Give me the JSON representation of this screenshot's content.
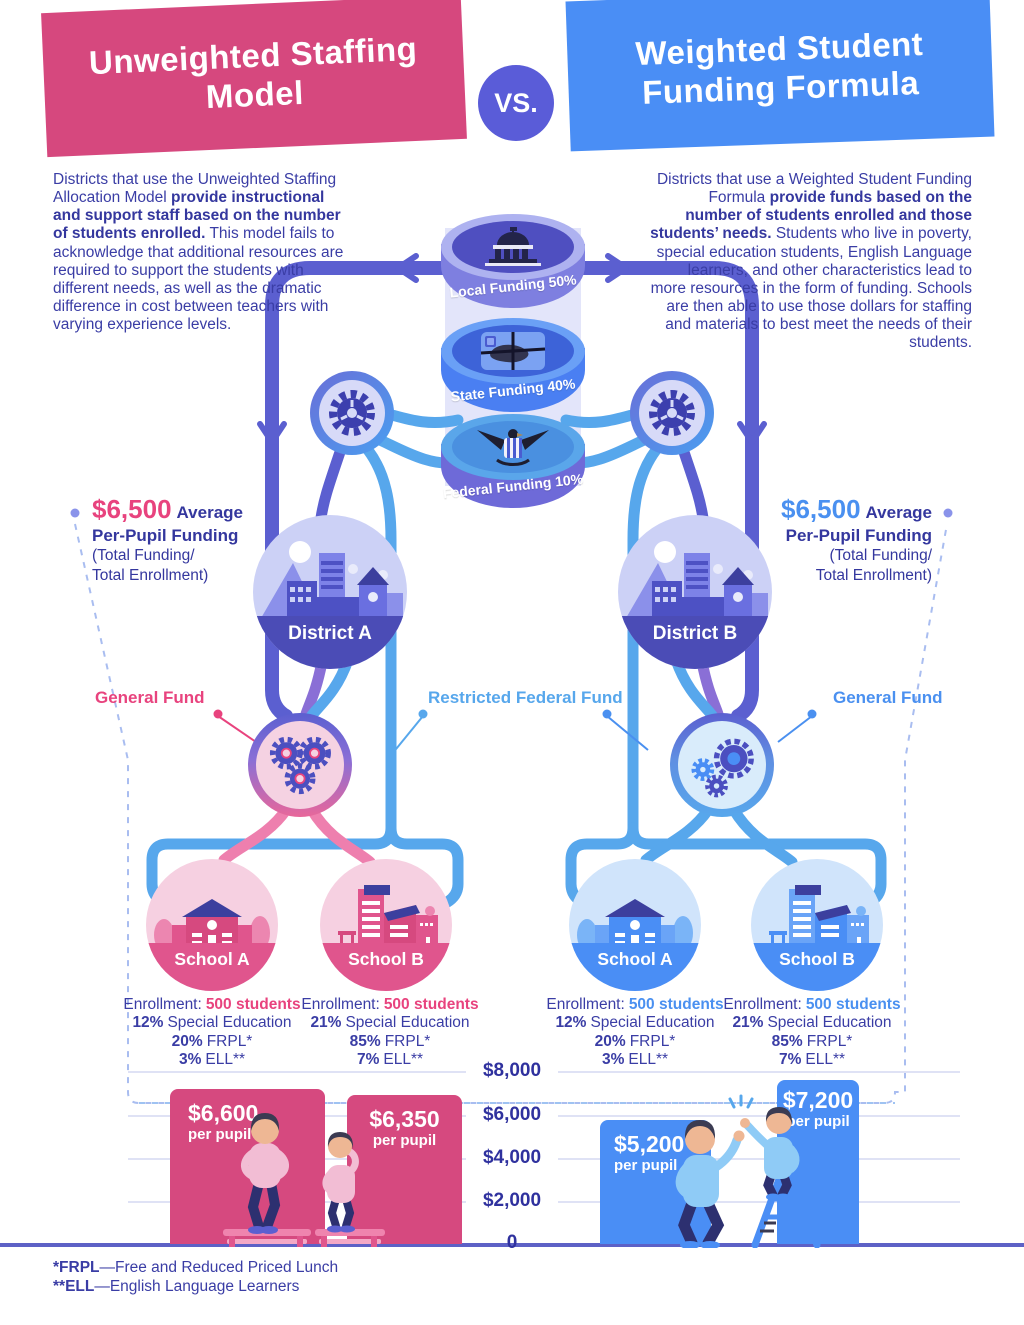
{
  "header": {
    "left_title": "Unweighted Staffing Model",
    "vs_label": "VS.",
    "right_title": "Weighted Student Funding Formula"
  },
  "intro_left": {
    "pre": "Districts that use the Unweighted Staffing Allocation Model ",
    "bold": "provide instructional and support staff based on the number of students enrolled.",
    "post": " This model fails to acknowledge that additional resources are required to support the students with different needs, as well as the dramatic difference in cost between teachers with varying experience levels."
  },
  "intro_right": {
    "pre": "Districts that use a Weighted Student Funding Formula ",
    "bold": "provide funds based on the number of students enrolled and those students’ needs.",
    "post": " Students who live in poverty, special education students, English Language learners, and other characteristics lead to more resources in the form of funding. Schools are then able to use those dollars for staffing and materials to best meet the needs of their students."
  },
  "funding_stack": {
    "levels": [
      {
        "label": "Local Funding 50%",
        "icon": "capitol-icon"
      },
      {
        "label": "State Funding 40%",
        "icon": "state-map-icon"
      },
      {
        "label": "Federal Funding 10%",
        "icon": "federal-eagle-icon"
      }
    ]
  },
  "left_model": {
    "per_pupil": {
      "amount": "$6,500",
      "average": "Average",
      "line2": "Per-Pupil Funding",
      "note1": "(Total Funding/",
      "note2": "Total Enrollment)"
    },
    "district_label": "District A",
    "fund_label": "General Fund",
    "schools": [
      {
        "name": "School A",
        "enrollment_label": "Enrollment:",
        "enrollment_value": "500 students",
        "stats": [
          {
            "value": "12%",
            "label": "Special Education"
          },
          {
            "value": "20%",
            "label": "FRPL*"
          },
          {
            "value": "3%",
            "label": "ELL**"
          }
        ]
      },
      {
        "name": "School B",
        "enrollment_label": "Enrollment:",
        "enrollment_value": "500 students",
        "stats": [
          {
            "value": "21%",
            "label": "Special Education"
          },
          {
            "value": "85%",
            "label": "FRPL*"
          },
          {
            "value": "7%",
            "label": "ELL**"
          }
        ]
      }
    ]
  },
  "restricted_fund_label": "Restricted Federal Fund",
  "right_model": {
    "per_pupil": {
      "amount": "$6,500",
      "average": "Average",
      "line2": "Per-Pupil Funding",
      "note1": "(Total Funding/",
      "note2": "Total Enrollment)"
    },
    "district_label": "District B",
    "fund_label": "General Fund",
    "schools": [
      {
        "name": "School A",
        "enrollment_label": "Enrollment:",
        "enrollment_value": "500 students",
        "stats": [
          {
            "value": "12%",
            "label": "Special Education"
          },
          {
            "value": "20%",
            "label": "FRPL*"
          },
          {
            "value": "3%",
            "label": "ELL**"
          }
        ]
      },
      {
        "name": "School B",
        "enrollment_label": "Enrollment:",
        "enrollment_value": "500 students",
        "stats": [
          {
            "value": "21%",
            "label": "Special Education"
          },
          {
            "value": "85%",
            "label": "FRPL*"
          },
          {
            "value": "7%",
            "label": "ELL**"
          }
        ]
      }
    ]
  },
  "chart_data": {
    "type": "bar",
    "yticks": [
      "$8,000",
      "$6,000",
      "$4,000",
      "$2,000",
      "0"
    ],
    "ylim": [
      0,
      8000
    ],
    "grid": true,
    "reference_line": {
      "value": 6500,
      "note": "average per-pupil funding"
    },
    "series": [
      {
        "model": "Unweighted Staffing Model",
        "school": "School A",
        "value": 6600,
        "label": "$6,600",
        "sublabel": "per pupil",
        "color": "#d6497f"
      },
      {
        "model": "Unweighted Staffing Model",
        "school": "School B",
        "value": 6350,
        "label": "$6,350",
        "sublabel": "per pupil",
        "color": "#d6497f"
      },
      {
        "model": "Weighted Student Funding Formula",
        "school": "School A",
        "value": 5200,
        "label": "$5,200",
        "sublabel": "per pupil",
        "color": "#4a8ef5"
      },
      {
        "model": "Weighted Student Funding Formula",
        "school": "School B",
        "value": 7200,
        "label": "$7,200",
        "sublabel": "per pupil",
        "color": "#4a8ef5"
      }
    ]
  },
  "footnotes": [
    {
      "term": "*FRPL",
      "definition": "—Free and Reduced Priced Lunch"
    },
    {
      "term": "**ELL",
      "definition": "—English Language Learners"
    }
  ],
  "colors": {
    "pink": "#d6497f",
    "blue": "#4a8ef5",
    "purple": "#5a5cd8",
    "indigo": "#34379e",
    "light_blue": "#57a7ec"
  }
}
